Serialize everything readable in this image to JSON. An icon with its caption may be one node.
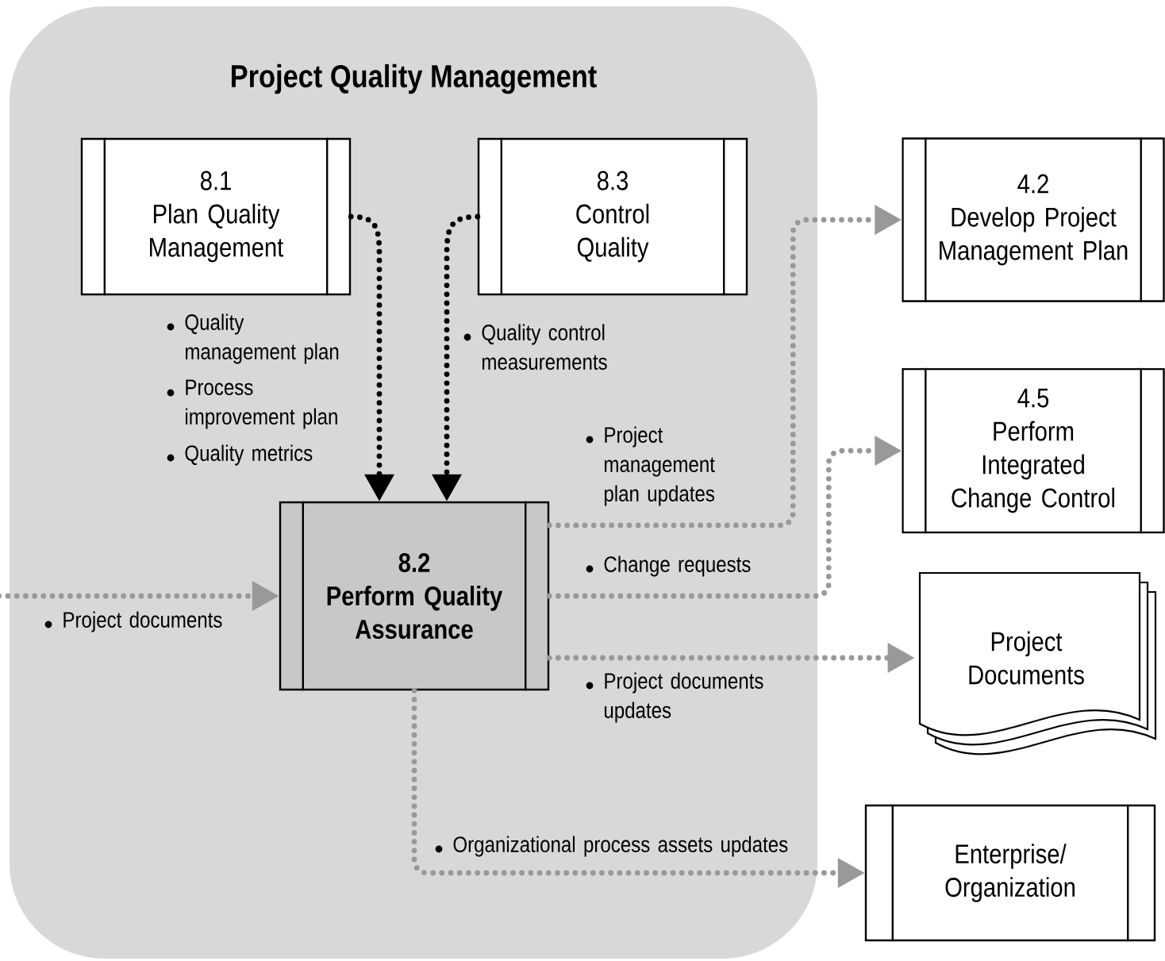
{
  "diagram": {
    "nodes": [
      {
        "text": [
          "Project Quality Management"
        ]
      },
      {
        "text": [
          "8.1",
          "Plan Quality Management"
        ],
        "in": 0
      },
      {
        "text": [
          "8.3",
          "Control Quality"
        ],
        "in": 0
      },
      {
        "text": [
          "8.2",
          "Perform Quality Assurance"
        ],
        "in": 0
      },
      {
        "text": [
          "4.2",
          "Develop Project Management Plan"
        ]
      },
      {
        "text": [
          "4.5",
          "Perform Integrated Change Control"
        ]
      },
      {
        "text": [
          "Project Documents"
        ]
      },
      {
        "text": [
          "Enterprise/ Organization"
        ]
      }
    ],
    "edges": [
      {
        "from": 1,
        "to": 3,
        "arrow": "to",
        "color": "#000000"
      },
      {
        "from": 2,
        "to": 3,
        "arrow": "to",
        "color": "#000000"
      },
      {
        "from": null,
        "to": 3,
        "arrow": "to"
      },
      {
        "from": 3,
        "to": 4,
        "arrow": "to"
      },
      {
        "from": 3,
        "to": 5,
        "arrow": "to"
      },
      {
        "from": 3,
        "to": 6,
        "arrow": "to"
      },
      {
        "from": 3,
        "to": 7,
        "arrow": "to"
      }
    ],
    "labels": [
      "Quality management plan",
      "Process improvement plan",
      "Quality metrics",
      "Quality control measurements",
      "Project management plan updates",
      "Change requests",
      "Project documents",
      "Project documents updates",
      "Organizational process assets updates"
    ]
  }
}
